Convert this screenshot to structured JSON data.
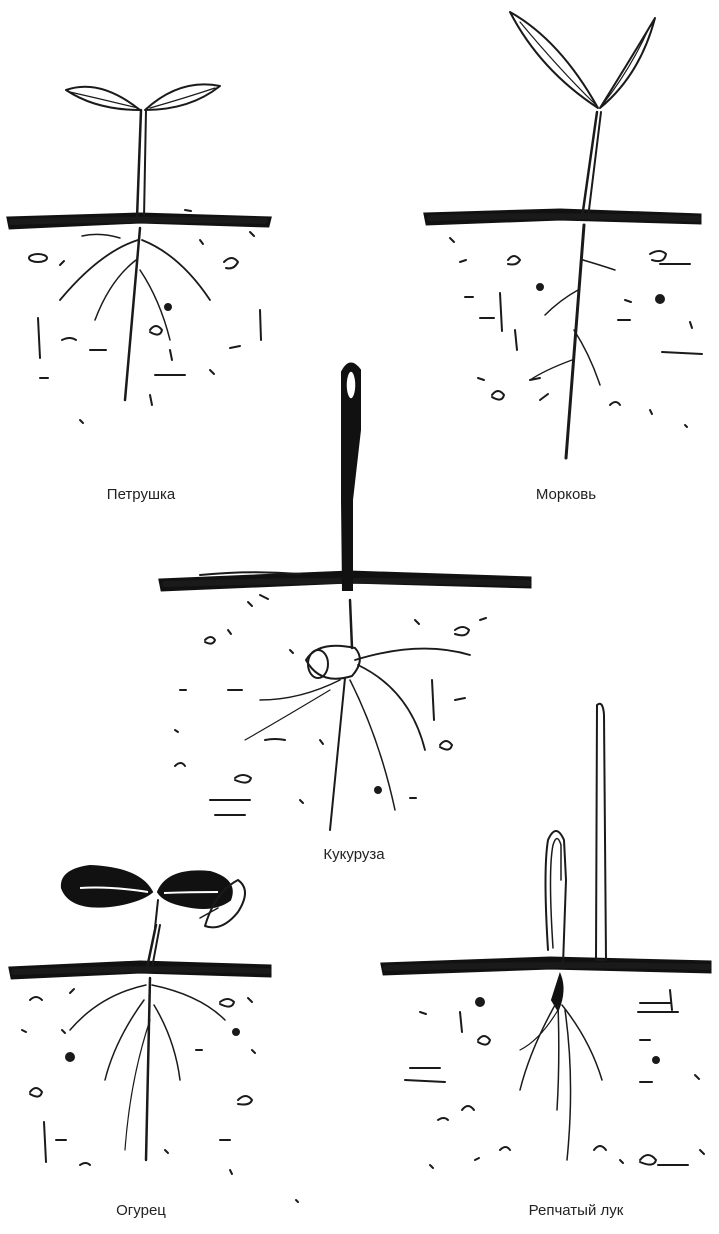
{
  "seedlings": [
    {
      "id": "parsley",
      "label": "Петрушка"
    },
    {
      "id": "carrot",
      "label": "Морковь"
    },
    {
      "id": "corn",
      "label": "Кукуруза"
    },
    {
      "id": "cucumber",
      "label": "Огурец"
    },
    {
      "id": "onion",
      "label": "Репчатый лук"
    }
  ],
  "colors": {
    "ink": "#1a1a1a",
    "background": "#ffffff"
  }
}
